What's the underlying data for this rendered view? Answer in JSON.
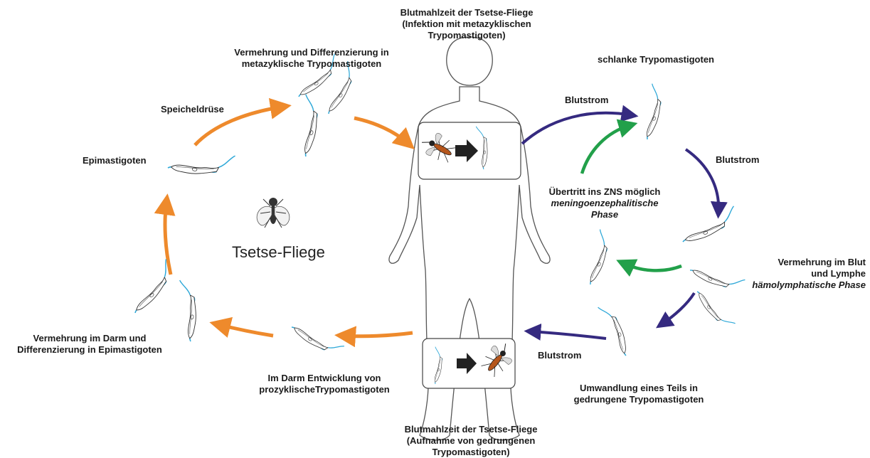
{
  "colors": {
    "orange": "#ee8a2c",
    "navy": "#352a80",
    "green": "#22a04a",
    "parasite_blue": "#2ea8d8",
    "outline": "#333333"
  },
  "labels": {
    "top_center": [
      "Blutmahlzeit der Tsetse-Fliege",
      "(Infektion mit metazyklischen",
      "Trypomastigoten)"
    ],
    "top_left": [
      "Vermehrung und Differenzierung in",
      "metazyklische Trypomastigoten"
    ],
    "salivary": "Speicheldrüse",
    "epimastigotes": "Epimastigoten",
    "tsetse": "Tsetse-Fliege",
    "gut_left": [
      "Vermehrung im Darm und",
      "Differenzierung in Epimastigoten"
    ],
    "procyclic": [
      "Im Darm Entwicklung von",
      "prozyklischeTrypomastigoten"
    ],
    "bottom_center": [
      "Blutmahlzeit der Tsetse-Fliege",
      "(Aufnahme von gedrungenen",
      "Trypomastigoten)"
    ],
    "slender": "schlanke Trypomastigoten",
    "bloodstream_1": "Blutstrom",
    "bloodstream_2": "Blutstrom",
    "bloodstream_3": "Blutstrom",
    "cns": [
      "Übertritt ins ZNS möglich",
      "meningoenzephalitische",
      "Phase"
    ],
    "blood_lymph": [
      "Vermehrung im Blut",
      "und Lymphe",
      "hämolymphatische Phase"
    ],
    "stumpy": [
      "Umwandlung eines Teils in",
      "gedrungene Trypomastigoten"
    ]
  },
  "icons": [
    "human-silhouette-icon",
    "tsetse-fly-icon",
    "mosquito-icon",
    "arrow-icon",
    "trypanosome-icon"
  ]
}
